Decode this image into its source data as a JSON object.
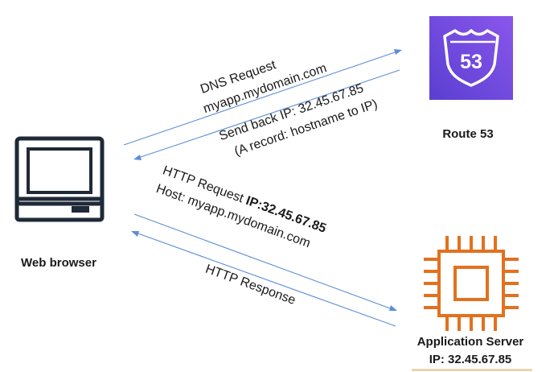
{
  "nodes": {
    "web_browser": {
      "label": "Web browser"
    },
    "route53": {
      "label": "Route 53",
      "badge": "53",
      "color": "#7b4fe0"
    },
    "app_server": {
      "label_line1": "Application Server",
      "label_line2": "IP: 32.45.67.85",
      "color": "#e2711f"
    }
  },
  "messages": {
    "dns_request": {
      "line1": "DNS Request",
      "line2": "myapp.mydomain.com"
    },
    "dns_response": {
      "line1": "Send back IP: 32.45.67.85",
      "line2": "(A record: hostname to IP)"
    },
    "http_request": {
      "line1_prefix": "HTTP Request ",
      "line1_bold": "IP:32.45.67.85",
      "line2": "Host: myapp.mydomain.com"
    },
    "http_response": {
      "line1": "HTTP Response"
    }
  },
  "colors": {
    "arrow": "#5b8fd6",
    "text": "#1a1a1a"
  }
}
